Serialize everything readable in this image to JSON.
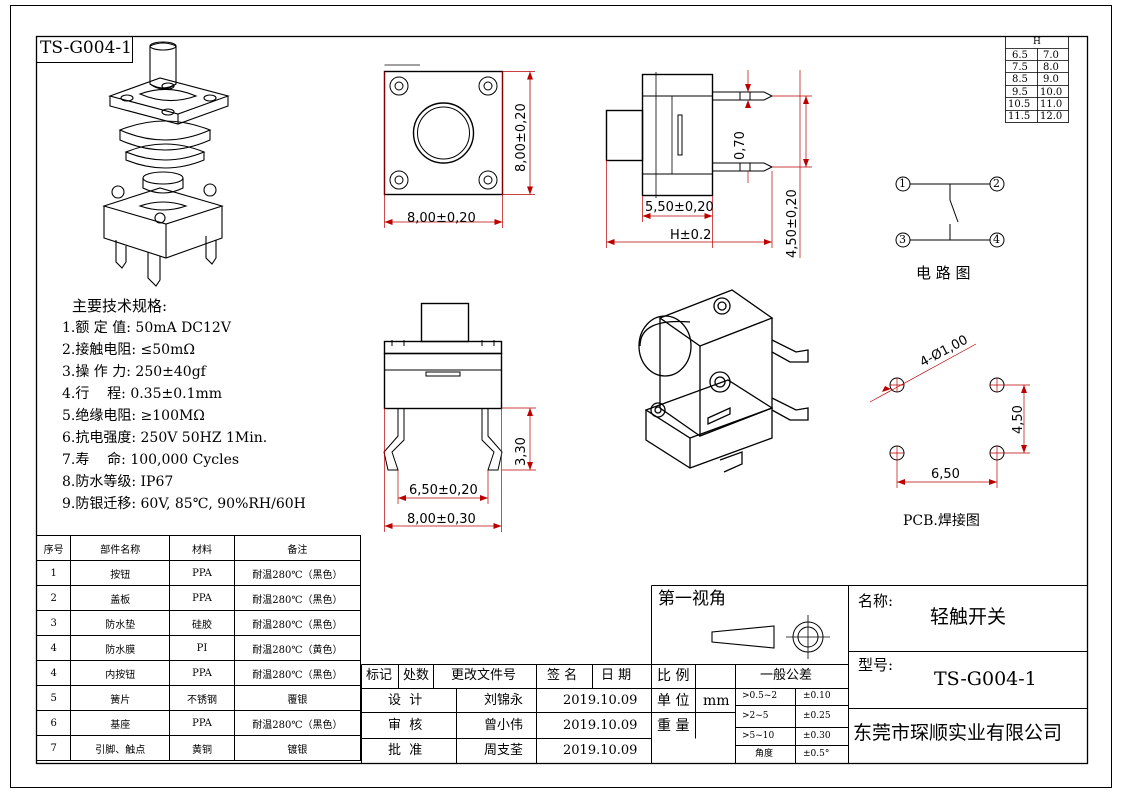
{
  "drawing": {
    "code_box": "TS-G004-1",
    "views": {
      "front_w": "8,00±0,20",
      "front_h": "8,00±0,20",
      "side_pin_gap": "0,70",
      "side_body": "5,50±0,20",
      "side_H": "H±0.2",
      "side_total": "4,50±0,20",
      "bottom_inner": "6,50±0,20",
      "bottom_outer": "8,00±0,30",
      "bottom_leg": "3,30",
      "pcb_holes": "4-Ø1,00",
      "pcb_v": "4,50",
      "pcb_h": "6,50",
      "pcb_label": "PCB.焊接图",
      "circuit_label": "电 路 图",
      "pin_1": "1",
      "pin_2": "2",
      "pin_3": "3",
      "pin_4": "4"
    },
    "h_table": {
      "header": "H",
      "rows": [
        [
          "6.5",
          "7.0"
        ],
        [
          "7.5",
          "8.0"
        ],
        [
          "8.5",
          "9.0"
        ],
        [
          "9.5",
          "10.0"
        ],
        [
          "10.5",
          "11.0"
        ],
        [
          "11.5",
          "12.0"
        ]
      ]
    },
    "specs": {
      "title": "主要技术规格:",
      "items": [
        "1.额 定 值: 50mA DC12V",
        "2.接触电阻: ≤50mΩ",
        "3.操 作 力: 250±40gf",
        "4.行    程: 0.35±0.1mm",
        "5.绝缘电阻: ≥100MΩ",
        "6.抗电强度: 250V 50HZ 1Min.",
        "7.寿    命: 100,000 Cycles",
        "8.防水等级: IP67",
        "9.防银迁移: 60V, 85℃, 90%RH/60H"
      ]
    },
    "bom": {
      "headers": [
        "序号",
        "部件名称",
        "材料",
        "备注"
      ],
      "rows": [
        [
          "1",
          "按钮",
          "PPA",
          "耐温280℃（黑色）"
        ],
        [
          "2",
          "盖板",
          "PPA",
          "耐温280℃（黑色）"
        ],
        [
          "3",
          "防水垫",
          "硅胶",
          "耐温280℃（黑色）"
        ],
        [
          "4",
          "防水膜",
          "PI",
          "耐温280℃（黄色）"
        ],
        [
          "4",
          "内按钮",
          "PPA",
          "耐温280℃（黑色）"
        ],
        [
          "5",
          "簧片",
          "不锈钢",
          "覆银"
        ],
        [
          "6",
          "基座",
          "PPA",
          "耐温280℃（黑色）"
        ],
        [
          "7",
          "引脚、触点",
          "黄铜",
          "镀银"
        ]
      ]
    },
    "title_block": {
      "rev_headers": [
        "标记",
        "处数",
        "更改文件号",
        "签 名",
        "日 期"
      ],
      "roles": [
        "设  计",
        "审  核",
        "批  准"
      ],
      "names": [
        "刘锦永",
        "曾小伟",
        "周支荃"
      ],
      "dates": [
        "2019.10.09",
        "2019.10.09",
        "2019.10.09"
      ],
      "projection": "第一视角",
      "scale_label": "比 例",
      "unit_label": "单 位",
      "unit_value": "mm",
      "weight_label": "重 量",
      "tolerance_title": "一般公差",
      "tolerances": [
        [
          ">0.5~2",
          "±0.10"
        ],
        [
          ">2~5",
          "±0.25"
        ],
        [
          ">5~10",
          "±0.30"
        ],
        [
          "角度",
          "±0.5°"
        ]
      ],
      "name_label": "名称:",
      "name_value": "轻触开关",
      "model_label": "型号:",
      "model_value": "TS-G004-1",
      "company": "东莞市琛顺实业有限公司"
    }
  }
}
